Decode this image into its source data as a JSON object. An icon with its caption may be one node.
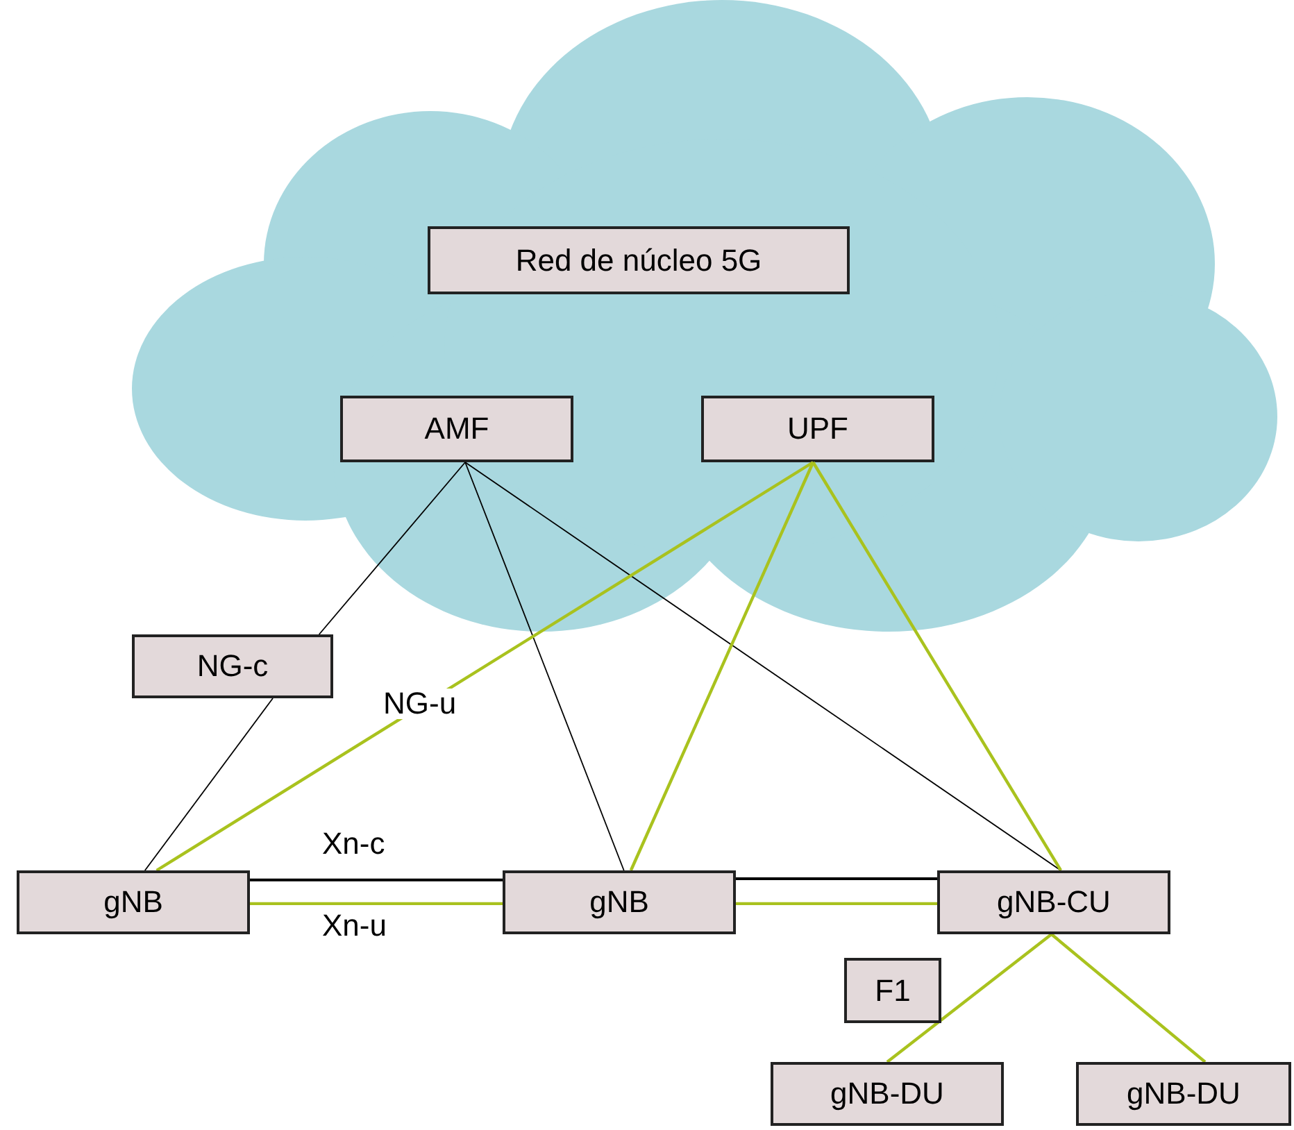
{
  "diagram": {
    "nodes": [
      {
        "text": [],
        "shape": "cloud"
      },
      {
        "text": [
          "Red de núcleo 5G"
        ],
        "in": 0
      },
      {
        "text": [
          "AMF"
        ],
        "in": 0
      },
      {
        "text": [
          "UPF"
        ],
        "in": 0
      },
      {
        "text": [
          "NG-c"
        ]
      },
      {
        "text": [
          "gNB"
        ]
      },
      {
        "text": [
          "gNB"
        ]
      },
      {
        "text": [
          "gNB-CU"
        ]
      },
      {
        "text": [
          "F1"
        ]
      },
      {
        "text": [
          "gNB-DU"
        ]
      },
      {
        "text": [
          "gNB-DU"
        ]
      }
    ],
    "edges": [
      {
        "from": 2,
        "to": 4,
        "arrow": "none",
        "color": "#000000"
      },
      {
        "from": 4,
        "to": 5,
        "arrow": "none",
        "color": "#000000"
      },
      {
        "from": 2,
        "to": 6,
        "arrow": "none",
        "color": "#000000"
      },
      {
        "from": 2,
        "to": 7,
        "arrow": "none",
        "color": "#000000"
      },
      {
        "from": 3,
        "to": 5,
        "arrow": "none",
        "label": "NG-u"
      },
      {
        "from": 3,
        "to": 6,
        "arrow": "none"
      },
      {
        "from": 3,
        "to": 7,
        "arrow": "none"
      },
      {
        "from": 5,
        "to": 6,
        "arrow": "none",
        "label": "Xn-c",
        "color": "#000000"
      },
      {
        "from": 5,
        "to": 6,
        "arrow": "none",
        "label": "Xn-u"
      },
      {
        "from": 6,
        "to": 7,
        "arrow": "none",
        "color": "#000000"
      },
      {
        "from": 6,
        "to": 7,
        "arrow": "none"
      },
      {
        "from": 7,
        "to": 9,
        "arrow": "none"
      },
      {
        "from": 7,
        "to": 10,
        "arrow": "none"
      }
    ]
  }
}
